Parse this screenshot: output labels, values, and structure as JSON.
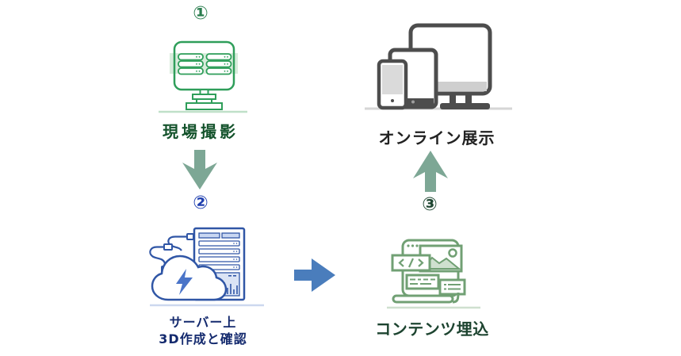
{
  "steps": {
    "step1": {
      "number": "①",
      "label": "現場撮影"
    },
    "step2": {
      "number": "②",
      "label_line1": "サーバー上",
      "label_line2": "3D作成と確認"
    },
    "step3": {
      "number": "③",
      "label": "コンテンツ埋込"
    },
    "online": {
      "label": "オンライン展示"
    }
  },
  "icons": {
    "step1": "server-rack-display-icon",
    "step2": "cloud-server-icon",
    "step3": "web-content-embed-icon",
    "online": "responsive-devices-icon"
  },
  "arrows": [
    {
      "name": "arrow-step1-to-step2",
      "direction": "down",
      "color": "#7da795"
    },
    {
      "name": "arrow-step2-to-step3",
      "direction": "right",
      "color": "#4a7dbc"
    },
    {
      "name": "arrow-step3-to-online",
      "direction": "up",
      "color": "#7da795"
    }
  ],
  "colors": {
    "step1_green": "#2f9e5a",
    "step1_green_light": "#d8ecdc",
    "step2_blue": "#3056a6",
    "step2_blue_light": "#dbe4f5",
    "step2_bolt_blue": "#4a74c8",
    "step3_sage": "#71a074",
    "step3_sage_light": "#cfe0cf",
    "devices_gray": "#4d4d4d",
    "arrow_sage": "#7da795",
    "arrow_blue": "#4a7dbc",
    "label_green": "#14532c",
    "label_navy": "#142a6e",
    "label_black": "#222222",
    "number1_color": "#2a7d4e",
    "number2_color": "#1f3faf",
    "number3_color": "#1e4631",
    "background": "#ffffff"
  }
}
